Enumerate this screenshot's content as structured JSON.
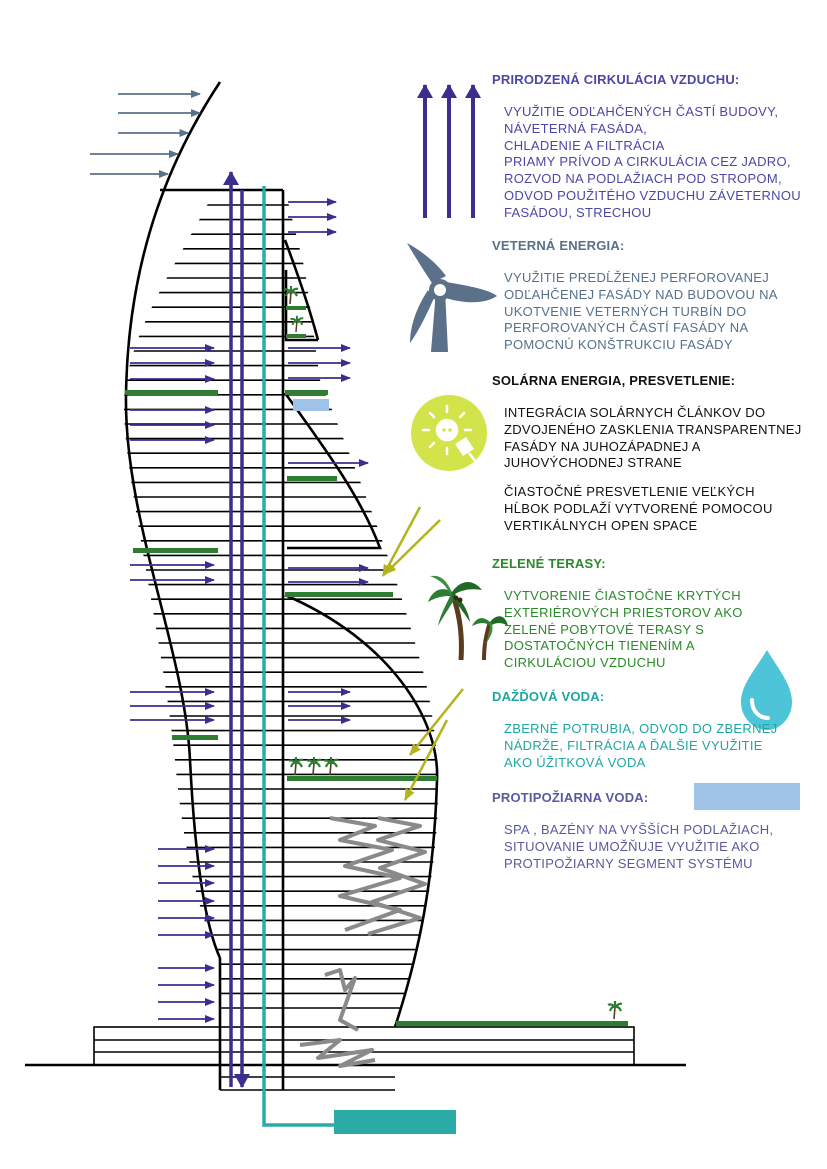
{
  "colors": {
    "purple": "#3a2f8f",
    "teal": "#2aaba5",
    "green": "#2e7d32",
    "olive": "#b3b31d",
    "steel": "#5b7089",
    "lime": "#d3e44a",
    "water": "#4ec4d8",
    "pool": "#9ec3e6"
  },
  "icons": [
    "airflow-arrows-icon",
    "wind-turbine-icon",
    "solar-sun-plug-icon",
    "palm-tree-icon",
    "water-drop-icon",
    "fire-water-pool-swatch"
  ],
  "sections": {
    "air": {
      "title": "PRIRODZENÁ CIRKULÁCIA VZDUCHU:",
      "lines": [
        "VYUŽITIE ODĽAHČENÝCH ČASTÍ BUDOVY,",
        "NÁVETERNÁ FASÁDA,",
        "CHLADENIE A FILTRÁCIA",
        "PRIAMY PRÍVOD A CIRKULÁCIA CEZ JADRO,",
        "ROZVOD NA PODLAŽIACH POD STROPOM,",
        "ODVOD POUŽITÉHO VZDUCHU ZÁVETERNOU",
        "FASÁDOU, STRECHOU"
      ]
    },
    "wind": {
      "title": "VETERNÁ ENERGIA:",
      "lines": [
        "VYUŽITIE PREDĹŽENEJ PERFOROVANEJ",
        "ODĽAHČENEJ FASÁDY NAD BUDOVOU NA",
        "UKOTVENIE VETERNÝCH TURBÍN DO",
        "PERFOROVANÝCH ČASTÍ FASÁDY NA",
        "POMOCNÚ KONŠTRUKCIU FASÁDY"
      ]
    },
    "solar": {
      "title": "SOLÁRNA ENERGIA, PRESVETLENIE:",
      "lines": [
        "INTEGRÁCIA SOLÁRNYCH ČLÁNKOV DO",
        "ZDVOJENÉHO ZASKLENIA TRANSPARENTNEJ",
        "FASÁDY NA JUHOZÁPADNEJ A",
        "JUHOVÝCHODNEJ STRANE"
      ],
      "lines2": [
        "ČIASTOČNÉ PRESVETLENIE VEĽKÝCH",
        "HĹBOK PODLAŽÍ VYTVORENÉ POMOCOU",
        "VERTIKÁLNYCH OPEN SPACE"
      ]
    },
    "green": {
      "title": "ZELENÉ TERASY:",
      "lines": [
        "VYTVORENIE ČIASTOČNE KRYTÝCH",
        "EXTERIÉROVÝCH PRIESTOROV AKO",
        "ZELENÉ POBYTOVÉ TERASY S",
        "DOSTATOČNÝCH TIENENÍM A",
        "CIRKULÁCIOU VZDUCHU"
      ]
    },
    "rain": {
      "title": "DAŽĎOVÁ VODA:",
      "lines": [
        "ZBERNÉ POTRUBIA, ODVOD DO ZBERNEJ",
        "NÁDRŽE, FILTRÁCIA A ĎALŠIE VYUŽITIE",
        "AKO ÚŽITKOVÁ VODA"
      ]
    },
    "fire": {
      "title": "PROTIPOŽIARNA VODA:",
      "lines": [
        "SPA , BAZÉNY NA VYŠŠÍCH PODLAŽIACH,",
        "SITUOVANIE UMOŽŇUJE VYUŽITIE AKO",
        "PROTIPOŽIARNY SEGMENT SYSTÉMU"
      ]
    }
  }
}
